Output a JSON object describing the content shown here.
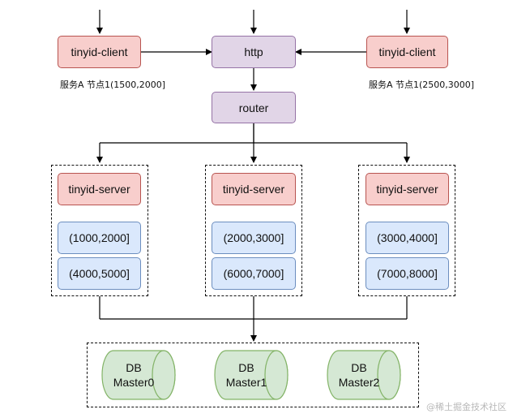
{
  "clients": [
    {
      "label": "tinyid-client",
      "note": "服务A 节点1(1500,2000]"
    },
    {
      "label": "tinyid-client",
      "note": "服务A 节点1(2500,3000]"
    }
  ],
  "http": {
    "label": "http"
  },
  "router": {
    "label": "router"
  },
  "servers": [
    {
      "label": "tinyid-server",
      "ranges": [
        "(1000,2000]",
        "(4000,5000]"
      ]
    },
    {
      "label": "tinyid-server",
      "ranges": [
        "(2000,3000]",
        "(6000,7000]"
      ]
    },
    {
      "label": "tinyid-server",
      "ranges": [
        "(3000,4000]",
        "(7000,8000]"
      ]
    }
  ],
  "databases": [
    {
      "line1": "DB",
      "line2": "Master0"
    },
    {
      "line1": "DB",
      "line2": "Master1"
    },
    {
      "line1": "DB",
      "line2": "Master2"
    }
  ],
  "watermark": "@稀土掘金技术社区",
  "colors": {
    "client_fill": "#f8cecc",
    "client_stroke": "#b85450",
    "proc_fill": "#e1d5e7",
    "proc_stroke": "#9673a6",
    "range_fill": "#dae8fc",
    "range_stroke": "#6c8ebf",
    "db_fill": "#d5e8d4",
    "db_stroke": "#82b366"
  }
}
